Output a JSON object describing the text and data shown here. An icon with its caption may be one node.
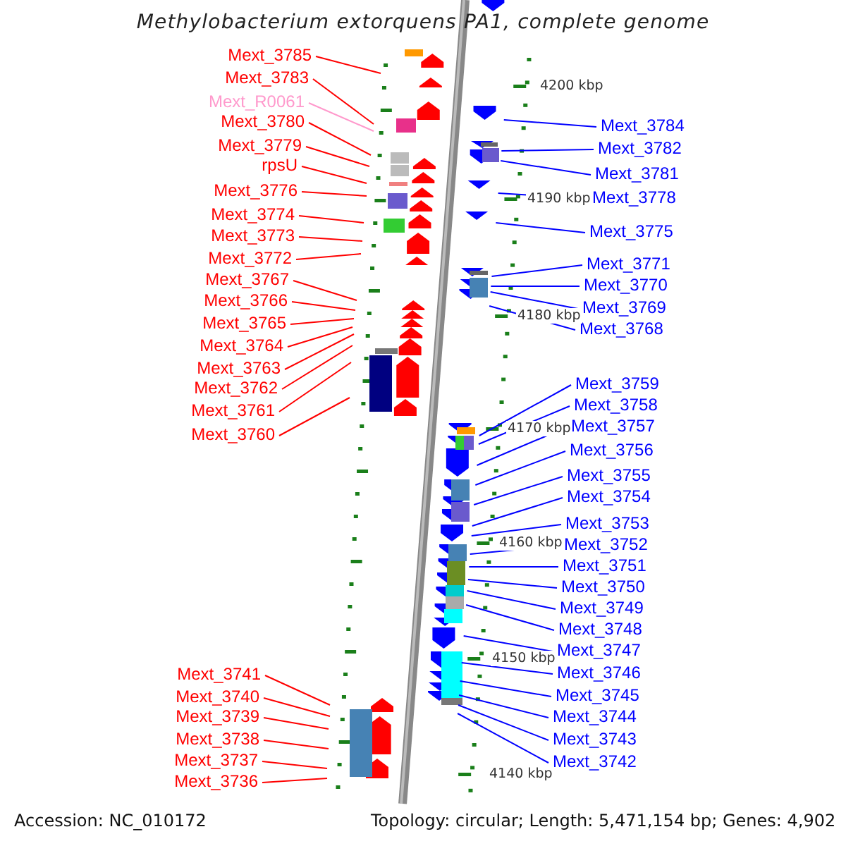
{
  "diagram": {
    "title": "Methylobacterium extorquens PA1, complete genome",
    "nodes": [
      {
        "text": [
          "Mext_3785"
        ]
      },
      {
        "text": [
          "Mext_3783"
        ]
      },
      {
        "text": [
          "Mext_R0061"
        ]
      },
      {
        "text": [
          "Mext_3780"
        ]
      },
      {
        "text": [
          "Mext_3779"
        ]
      },
      {
        "text": [
          "rpsU"
        ]
      },
      {
        "text": [
          "Mext_3776"
        ]
      },
      {
        "text": [
          "Mext_3774"
        ]
      },
      {
        "text": [
          "Mext_3773"
        ]
      },
      {
        "text": [
          "Mext_3772"
        ]
      },
      {
        "text": [
          "Mext_3767"
        ]
      },
      {
        "text": [
          "Mext_3766"
        ]
      },
      {
        "text": [
          "Mext_3765"
        ]
      },
      {
        "text": [
          "Mext_3764"
        ]
      },
      {
        "text": [
          "Mext_3763"
        ]
      },
      {
        "text": [
          "Mext_3762"
        ]
      },
      {
        "text": [
          "Mext_3761"
        ]
      },
      {
        "text": [
          "Mext_3760"
        ]
      },
      {
        "text": [
          "Mext_3741"
        ]
      },
      {
        "text": [
          "Mext_3740"
        ]
      },
      {
        "text": [
          "Mext_3739"
        ]
      },
      {
        "text": [
          "Mext_3738"
        ]
      },
      {
        "text": [
          "Mext_3737"
        ]
      },
      {
        "text": [
          "Mext_3736"
        ]
      },
      {
        "text": [
          "Mext_3784"
        ]
      },
      {
        "text": [
          "Mext_3782"
        ]
      },
      {
        "text": [
          "Mext_3781"
        ]
      },
      {
        "text": [
          "Mext_3778"
        ]
      },
      {
        "text": [
          "Mext_3775"
        ]
      },
      {
        "text": [
          "Mext_3771"
        ]
      },
      {
        "text": [
          "Mext_3770"
        ]
      },
      {
        "text": [
          "Mext_3769"
        ]
      },
      {
        "text": [
          "Mext_3768"
        ]
      },
      {
        "text": [
          "Mext_3759"
        ]
      },
      {
        "text": [
          "Mext_3758"
        ]
      },
      {
        "text": [
          "Mext_3757"
        ]
      },
      {
        "text": [
          "Mext_3756"
        ]
      },
      {
        "text": [
          "Mext_3755"
        ]
      },
      {
        "text": [
          "Mext_3754"
        ]
      },
      {
        "text": [
          "Mext_3753"
        ]
      },
      {
        "text": [
          "Mext_3752"
        ]
      },
      {
        "text": [
          "Mext_3751"
        ]
      },
      {
        "text": [
          "Mext_3750"
        ]
      },
      {
        "text": [
          "Mext_3749"
        ]
      },
      {
        "text": [
          "Mext_3748"
        ]
      },
      {
        "text": [
          "Mext_3747"
        ]
      },
      {
        "text": [
          "Mext_3746"
        ]
      },
      {
        "text": [
          "Mext_3745"
        ]
      },
      {
        "text": [
          "Mext_3744"
        ]
      },
      {
        "text": [
          "Mext_3743"
        ]
      },
      {
        "text": [
          "Mext_3742"
        ]
      }
    ],
    "edges": [
      {
        "from": 0,
        "to": null,
        "arrow": "none",
        "color": "#ff0000"
      },
      {
        "from": 1,
        "to": null,
        "arrow": "none",
        "color": "#ff0000"
      },
      {
        "from": 2,
        "to": null,
        "arrow": "none",
        "color": "#ff99cc"
      },
      {
        "from": 3,
        "to": null,
        "arrow": "none",
        "color": "#ff0000"
      },
      {
        "from": 4,
        "to": null,
        "arrow": "none",
        "color": "#ff0000"
      },
      {
        "from": 5,
        "to": null,
        "arrow": "none",
        "color": "#ff0000"
      },
      {
        "from": 6,
        "to": null,
        "arrow": "none",
        "color": "#ff0000"
      },
      {
        "from": 7,
        "to": null,
        "arrow": "none",
        "color": "#ff0000"
      },
      {
        "from": 8,
        "to": null,
        "arrow": "none",
        "color": "#ff0000"
      },
      {
        "from": 9,
        "to": null,
        "arrow": "none",
        "color": "#ff0000"
      },
      {
        "from": 10,
        "to": null,
        "arrow": "none",
        "color": "#ff0000"
      },
      {
        "from": 11,
        "to": null,
        "arrow": "none",
        "color": "#ff0000"
      },
      {
        "from": 12,
        "to": null,
        "arrow": "none",
        "color": "#ff0000"
      },
      {
        "from": 13,
        "to": null,
        "arrow": "none",
        "color": "#ff0000"
      },
      {
        "from": 14,
        "to": null,
        "arrow": "none",
        "color": "#ff0000"
      },
      {
        "from": 15,
        "to": null,
        "arrow": "none",
        "color": "#ff0000"
      },
      {
        "from": 16,
        "to": null,
        "arrow": "none",
        "color": "#ff0000"
      },
      {
        "from": 17,
        "to": null,
        "arrow": "none",
        "color": "#ff0000"
      },
      {
        "from": 18,
        "to": null,
        "arrow": "none",
        "color": "#ff0000"
      },
      {
        "from": 19,
        "to": null,
        "arrow": "none",
        "color": "#ff0000"
      },
      {
        "from": 20,
        "to": null,
        "arrow": "none",
        "color": "#ff0000"
      },
      {
        "from": 21,
        "to": null,
        "arrow": "none",
        "color": "#ff0000"
      },
      {
        "from": 22,
        "to": null,
        "arrow": "none",
        "color": "#ff0000"
      },
      {
        "from": 23,
        "to": null,
        "arrow": "none",
        "color": "#ff0000"
      },
      {
        "from": 24,
        "to": null,
        "arrow": "none"
      },
      {
        "from": 25,
        "to": null,
        "arrow": "none"
      },
      {
        "from": 26,
        "to": null,
        "arrow": "none"
      },
      {
        "from": 27,
        "to": null,
        "arrow": "none"
      },
      {
        "from": 28,
        "to": null,
        "arrow": "none"
      },
      {
        "from": 29,
        "to": null,
        "arrow": "none"
      },
      {
        "from": 30,
        "to": null,
        "arrow": "none"
      },
      {
        "from": 31,
        "to": null,
        "arrow": "none"
      },
      {
        "from": 32,
        "to": null,
        "arrow": "none"
      },
      {
        "from": 33,
        "to": null,
        "arrow": "none"
      },
      {
        "from": 34,
        "to": null,
        "arrow": "none"
      },
      {
        "from": 35,
        "to": null,
        "arrow": "none"
      },
      {
        "from": 36,
        "to": null,
        "arrow": "none"
      },
      {
        "from": 37,
        "to": null,
        "arrow": "none"
      },
      {
        "from": 38,
        "to": null,
        "arrow": "none"
      },
      {
        "from": 39,
        "to": null,
        "arrow": "none"
      },
      {
        "from": 40,
        "to": null,
        "arrow": "none"
      },
      {
        "from": 41,
        "to": null,
        "arrow": "none"
      },
      {
        "from": 42,
        "to": null,
        "arrow": "none"
      },
      {
        "from": 43,
        "to": null,
        "arrow": "none"
      },
      {
        "from": 44,
        "to": null,
        "arrow": "none"
      },
      {
        "from": 45,
        "to": null,
        "arrow": "none"
      },
      {
        "from": 46,
        "to": null,
        "arrow": "none"
      },
      {
        "from": 47,
        "to": null,
        "arrow": "none"
      },
      {
        "from": 48,
        "to": null,
        "arrow": "none"
      },
      {
        "from": 49,
        "to": null,
        "arrow": "none"
      },
      {
        "from": 50,
        "to": null,
        "arrow": "none"
      }
    ],
    "labels": [
      "4200 kbp",
      "4190 kbp",
      "4180 kbp",
      "4170 kbp",
      "4160 kbp",
      "4150 kbp",
      "4140 kbp",
      "Accession: NC_010172",
      "Topology: circular; Length: 5,471,154 bp; Genes: 4,902"
    ]
  }
}
